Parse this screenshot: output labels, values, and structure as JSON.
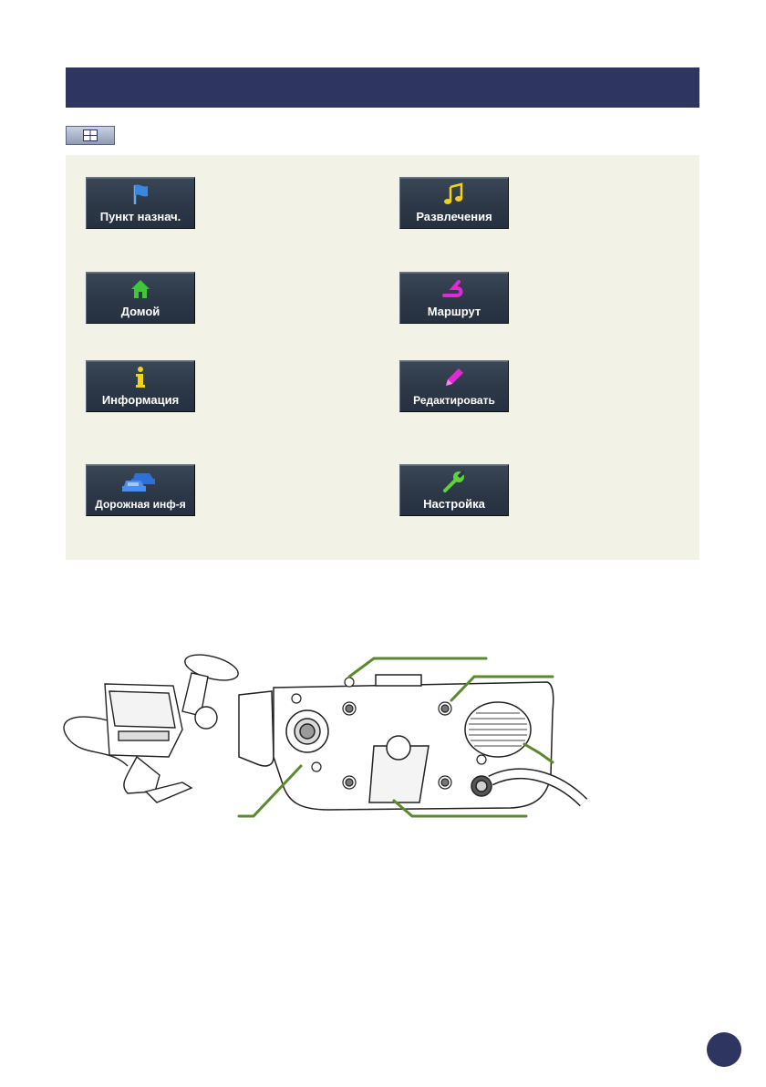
{
  "menu": {
    "buttons": [
      {
        "id": "destination",
        "label": "Пункт назнач.",
        "icon": "flag-icon"
      },
      {
        "id": "entertainment",
        "label": "Развлечения",
        "icon": "music-note-icon"
      },
      {
        "id": "home",
        "label": "Домой",
        "icon": "house-icon"
      },
      {
        "id": "route",
        "label": "Маршрут",
        "icon": "route-icon"
      },
      {
        "id": "information",
        "label": "Информация",
        "icon": "info-icon"
      },
      {
        "id": "edit",
        "label": "Редактировать",
        "icon": "pencil-icon"
      },
      {
        "id": "traffic",
        "label": "Дорожная инф-я",
        "icon": "cars-icon"
      },
      {
        "id": "settings",
        "label": "Настройка",
        "icon": "wrench-icon"
      }
    ]
  },
  "colors": {
    "header": "#2d3560",
    "panel": "#f2f3e6",
    "button": "#2c3846",
    "callout_line": "#5b8a2e"
  },
  "illustration": {
    "device_icon": "navigation-unit-cradle-icon"
  }
}
